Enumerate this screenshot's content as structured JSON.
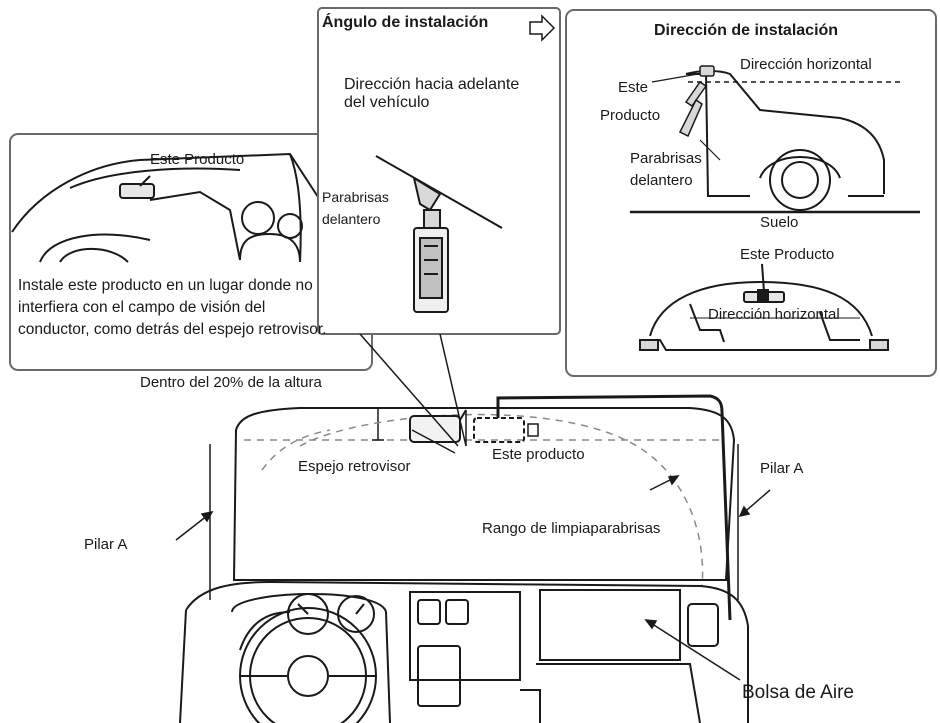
{
  "panel_left": {
    "este_producto": "Este Producto",
    "instruction": "Instale este producto en un lugar donde no interfiera con el campo de visión del conductor, como detrás del espejo retrovisor."
  },
  "panel_middle": {
    "title": "Ángulo de instalación",
    "forward_direction": "Dirección hacia adelante del vehículo",
    "parabrisas_delantero": "Parabrisas delantero"
  },
  "panel_right": {
    "title": "Dirección de instalación",
    "este_producto": "Este Producto",
    "direccion_horizontal": "Dirección horizontal",
    "parabrisas_delantero": "Parabrisas delantero",
    "suelo": "Suelo",
    "este_producto_2": "Este Producto",
    "direccion_horizontal_2": "Dirección horizontal"
  },
  "dashboard": {
    "altura": "Dentro del 20% de la altura",
    "espejo": "Espejo retrovisor",
    "este_producto": "Este producto",
    "pilar_a_left": "Pilar A",
    "pilar_a_right": "Pilar A",
    "limpiaparabrisas": "Rango de limpiaparabrisas",
    "bolsa_aire": "Bolsa de Aire"
  },
  "colors": {
    "line": "#1a1a1a",
    "panel_border": "#6a6a6a",
    "dashed": "#8a8a8a",
    "fill_gray": "#d8d8d8"
  }
}
